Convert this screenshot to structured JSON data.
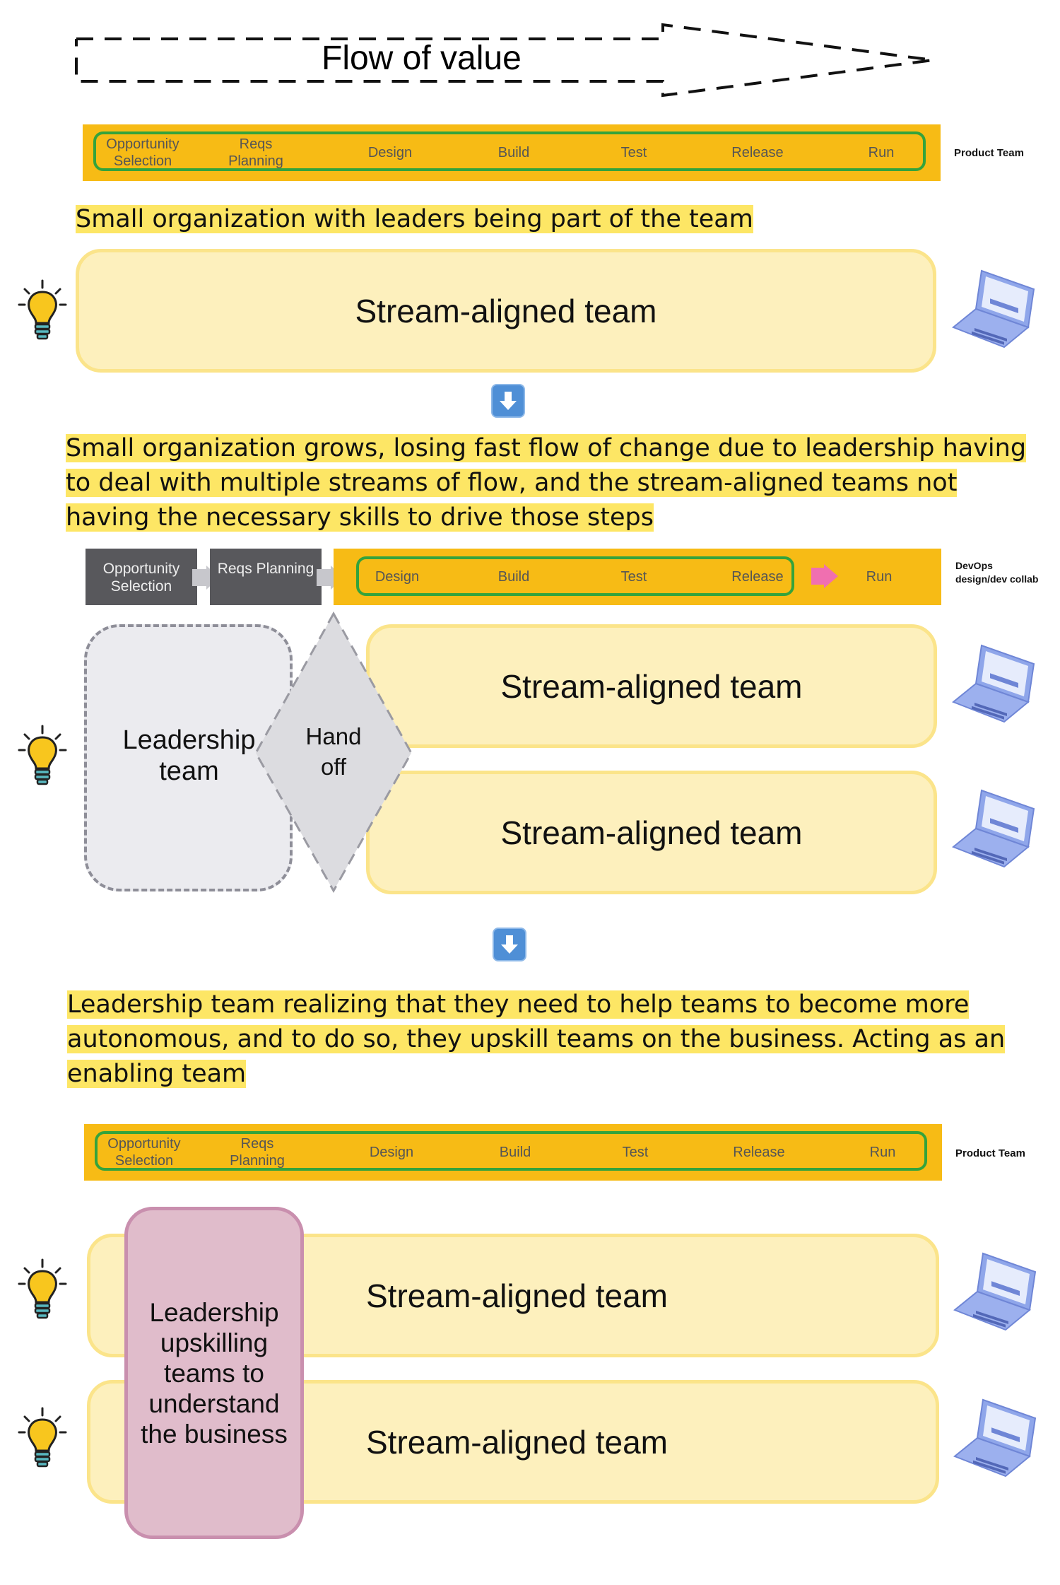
{
  "flow": {
    "title": "Flow of value"
  },
  "band1": {
    "steps": [
      "Opportunity Selection",
      "Reqs Planning",
      "Design",
      "Build",
      "Test",
      "Release",
      "Run"
    ],
    "side_label": "Product Team"
  },
  "section1": {
    "caption": "Small organization with leaders being part of the team",
    "team": "Stream-aligned team"
  },
  "section2": {
    "caption": "Small organization grows, losing fast flow of change due to leadership having to deal with multiple streams of flow, and the stream-aligned teams not having the necessary skills to drive those steps",
    "grey_steps": [
      "Opportunity Selection",
      "Reqs Planning"
    ],
    "yellow_steps": [
      "Design",
      "Build",
      "Test",
      "Release",
      "Run"
    ],
    "side_label_line1": "DevOps",
    "side_label_line2": "design/dev collab",
    "leadership": "Leadership team",
    "handoff": "Hand off",
    "teams": [
      "Stream-aligned team",
      "Stream-aligned team"
    ]
  },
  "section3": {
    "caption": "Leadership team realizing that they need to help teams to become more autonomous, and to do so, they upskill teams on the business. Acting as an enabling team",
    "band_steps": [
      "Opportunity Selection",
      "Reqs Planning",
      "Design",
      "Build",
      "Test",
      "Release",
      "Run"
    ],
    "side_label": "Product Team",
    "enabling": "Leadership upskilling teams to understand the business",
    "teams": [
      "Stream-aligned team",
      "Stream-aligned team"
    ]
  },
  "colors": {
    "band": "#f7bb15",
    "loop": "#34a33c",
    "highlight": "#fde665",
    "team_fill": "#fdf0bd",
    "team_border": "#fbe48a",
    "grey_step": "#58585c",
    "enabling_fill": "#e0bccb",
    "handoff_arrow": "#f06fb0"
  },
  "icons": [
    "lightbulb-icon",
    "laptop-icon",
    "down-arrow-icon"
  ]
}
